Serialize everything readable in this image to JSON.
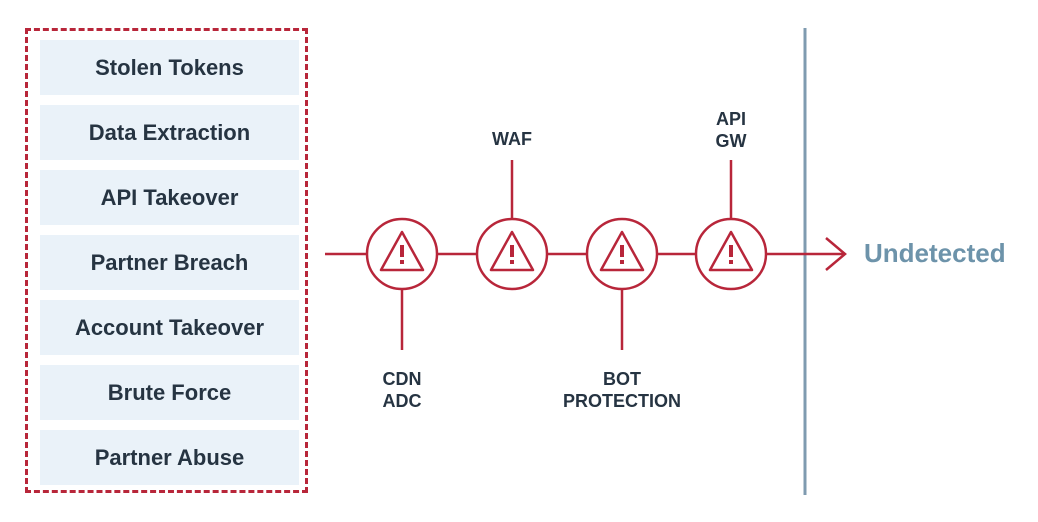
{
  "threats": [
    "Stolen Tokens",
    "Data Extraction",
    "API Takeover",
    "Partner Breach",
    "Account Takeover",
    "Brute Force",
    "Partner Abuse"
  ],
  "controls": [
    {
      "label_line1": "CDN",
      "label_line2": "ADC",
      "position": "below",
      "icon": "warning-icon"
    },
    {
      "label_line1": "WAF",
      "label_line2": "",
      "position": "above",
      "icon": "warning-icon"
    },
    {
      "label_line1": "BOT",
      "label_line2": "PROTECTION",
      "position": "below",
      "icon": "warning-icon"
    },
    {
      "label_line1": "API",
      "label_line2": "GW",
      "position": "above",
      "icon": "warning-icon"
    }
  ],
  "outcome": "Undetected",
  "colors": {
    "accent": "#b8263a",
    "text": "#263442",
    "outcome": "#6d93aa",
    "item_bg": "#eaf2f9",
    "divider": "#7f9bb0"
  }
}
